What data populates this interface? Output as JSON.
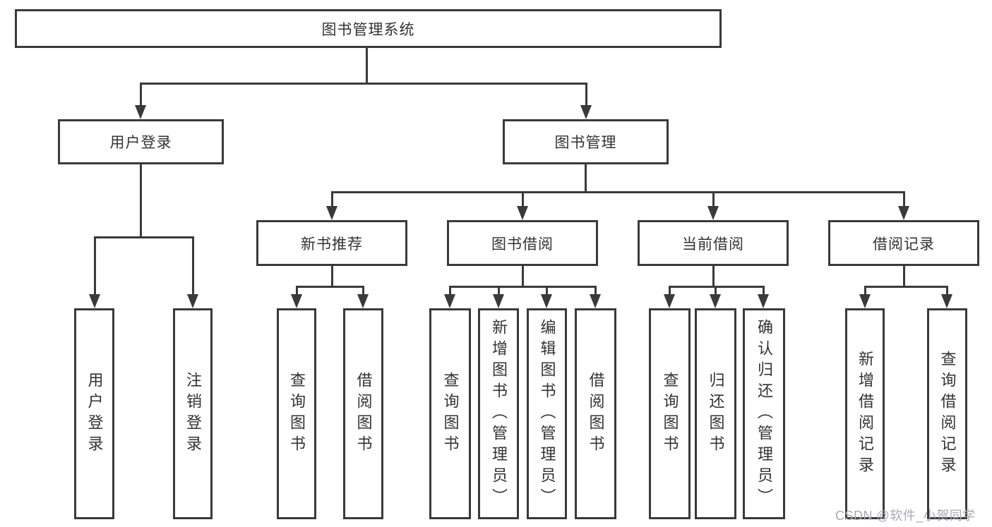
{
  "diagram": {
    "title": "图书管理系统",
    "level2": {
      "user_login": "用户登录",
      "book_mgmt": "图书管理"
    },
    "level3": {
      "new_books": "新书推荐",
      "book_borrow": "图书借阅",
      "current_borrow": "当前借阅",
      "borrow_records": "借阅记录"
    },
    "leaves": {
      "user_login": [
        "用户登录",
        "注销登录"
      ],
      "new_books": [
        "查询图书",
        "借阅图书"
      ],
      "book_borrow": [
        "查询图书",
        "新增图书（管理员）",
        "编辑图书（管理员）",
        "借阅图书"
      ],
      "current_borrow": [
        "查询图书",
        "归还图书",
        "确认归还（管理员）"
      ],
      "borrow_records": [
        "新增借阅记录",
        "查询借阅记录"
      ]
    }
  },
  "watermark": "CSDN @软件_小贺同学",
  "colors": {
    "line": "#3a3a3a",
    "box_border": "#3a3a3a",
    "text": "#333333",
    "watermark_text": "#a9aab5",
    "background": "#ffffff"
  }
}
